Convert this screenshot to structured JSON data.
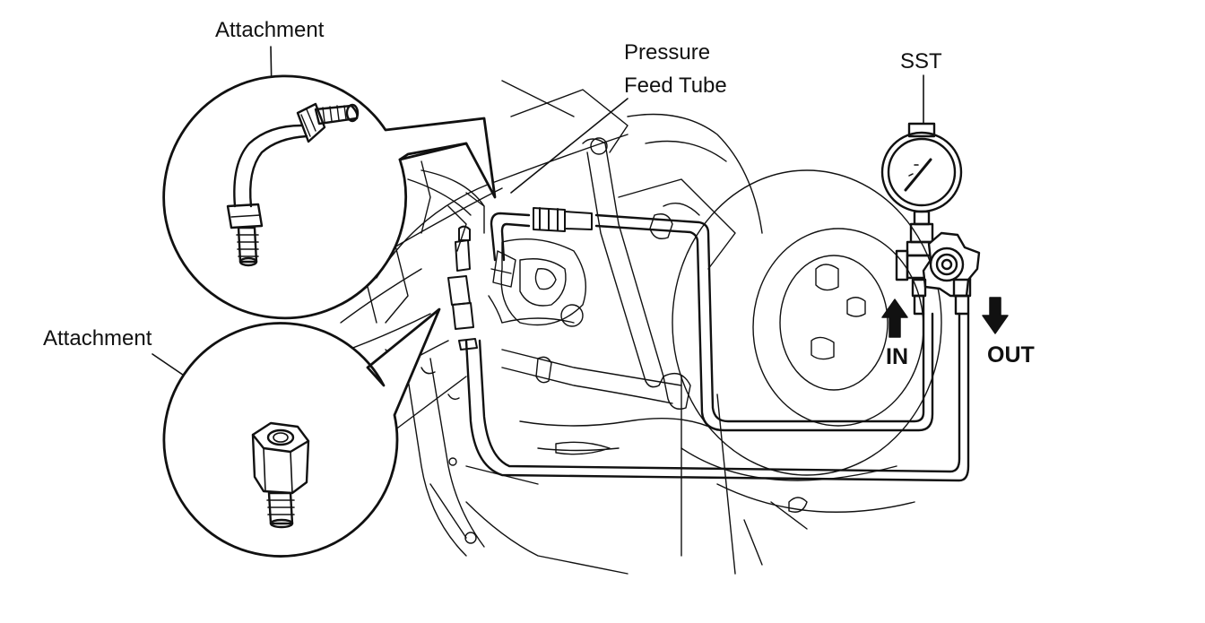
{
  "labels": {
    "attachment_top": "Attachment",
    "attachment_bottom": "Attachment",
    "pressure_feed_tube_line1": "Pressure",
    "pressure_feed_tube_line2": "Feed Tube",
    "sst": "SST",
    "in": "IN",
    "out": "OUT"
  },
  "colors": {
    "ink": "#111111",
    "background": "#ffffff"
  }
}
